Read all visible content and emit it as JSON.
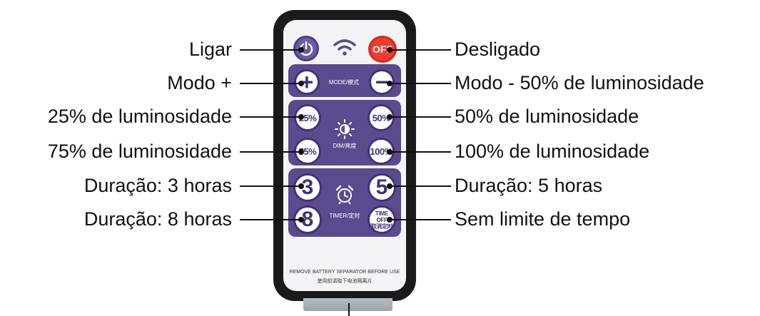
{
  "labels_left": [
    "Ligar",
    "Modo +",
    "25% de luminosidade",
    "75% de luminosidade",
    "Duração: 3 horas",
    "Duração: 8 horas"
  ],
  "labels_right": [
    "Desligado",
    "Modo - 50% de luminosidade",
    "50% de luminosidade",
    "100% de luminosidade",
    "Duração: 5 horas",
    "Sem limite de tempo"
  ],
  "remote": {
    "off_label": "OFF",
    "plus": "+",
    "minus": "−",
    "mode_text": "MODE/模式",
    "dim_text": "DIM/亮度",
    "timer_text": "TIMER/定时",
    "b25": "25%",
    "b50": "50%",
    "b75": "75%",
    "b100": "100%",
    "b3": "3",
    "b5": "5",
    "b8": "8",
    "time_off_1": "TIME OFF",
    "time_off_2": "取消定时",
    "footer_en": "REMOVE BATTERY SEPARATOR BEFORE USE",
    "footer_cn": "使用前请取下电池隔离片"
  },
  "colors": {
    "panel": "#5a4b8f",
    "off_button": "#f23a2f",
    "power_button": "#6a5aa8"
  },
  "icons": [
    "power-icon",
    "wifi-icon",
    "sun-icon",
    "alarm-clock-icon"
  ]
}
